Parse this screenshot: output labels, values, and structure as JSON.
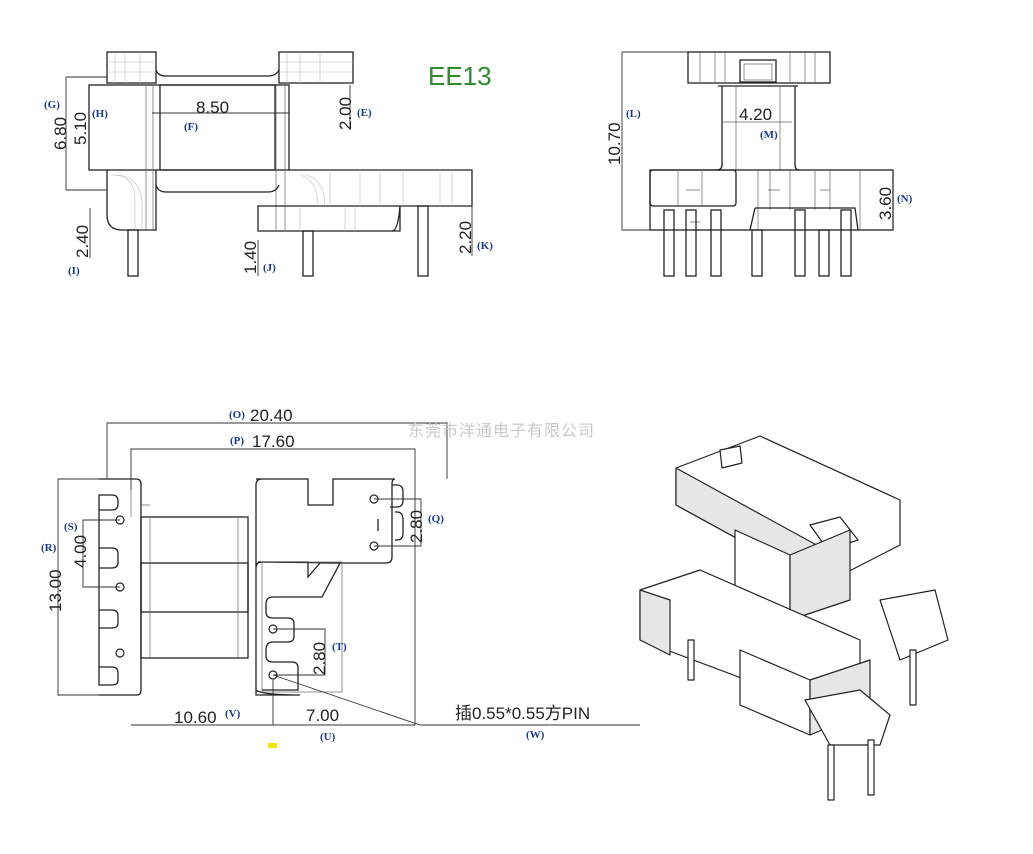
{
  "title": "EE13",
  "watermark": "东莞市洋通电子有限公司",
  "colors": {
    "title": "#2e8b2e",
    "labels": "#1a3a8a",
    "watermark": "#c8c8c8"
  },
  "front_view": {
    "dims": {
      "E": "2.00",
      "F": "8.50",
      "G": "6.80",
      "H": "5.10",
      "I": "2.40",
      "J": "1.40",
      "K": "2.20"
    },
    "labels": {
      "E": "(E)",
      "F": "(F)",
      "G": "(G)",
      "H": "(H)",
      "I": "(I)",
      "J": "(J)",
      "K": "(K)"
    }
  },
  "side_view": {
    "dims": {
      "L": "10.70",
      "M": "4.20",
      "N": "3.60"
    },
    "labels": {
      "L": "(L)",
      "M": "(M)",
      "N": "(N)"
    }
  },
  "bottom_view": {
    "dims": {
      "O": "20.40",
      "P": "17.60",
      "Q": "2.80",
      "R": "13.00",
      "S": "4.00",
      "T": "2.80",
      "U": "7.00",
      "V": "10.60"
    },
    "labels": {
      "O": "(O)",
      "P": "(P)",
      "Q": "(Q)",
      "R": "(R)",
      "S": "(S)",
      "T": "(T)",
      "U": "(U)",
      "V": "(V)",
      "W": "(W)"
    },
    "pin_note": "插0.55*0.55方PIN"
  }
}
